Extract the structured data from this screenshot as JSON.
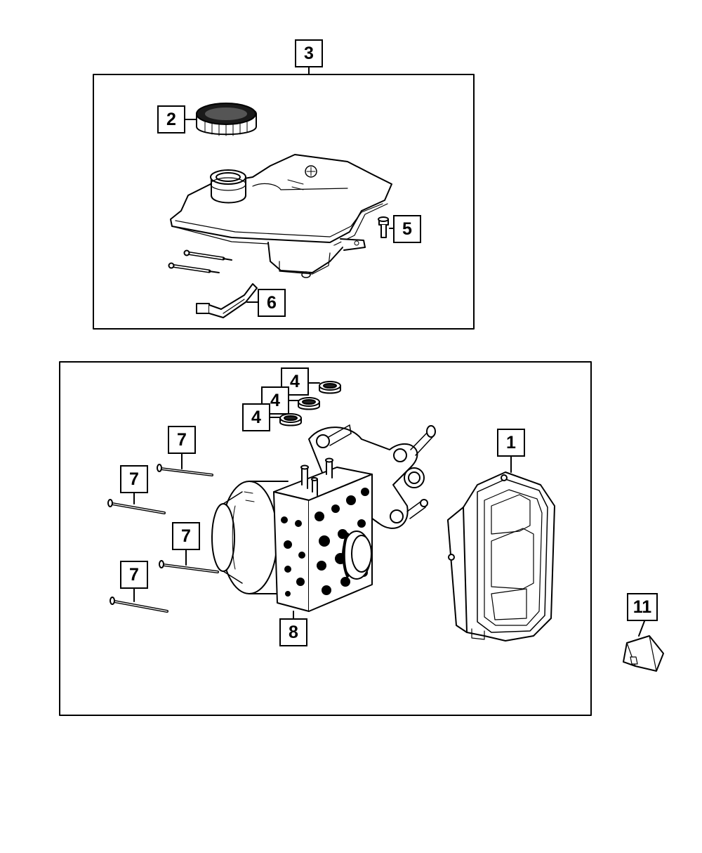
{
  "callouts": {
    "c3": "3",
    "c2": "2",
    "c5": "5",
    "c6": "6",
    "c4a": "4",
    "c4b": "4",
    "c4c": "4",
    "c7a": "7",
    "c7b": "7",
    "c7c": "7",
    "c7d": "7",
    "c1": "1",
    "c8": "8",
    "c11": "11"
  }
}
